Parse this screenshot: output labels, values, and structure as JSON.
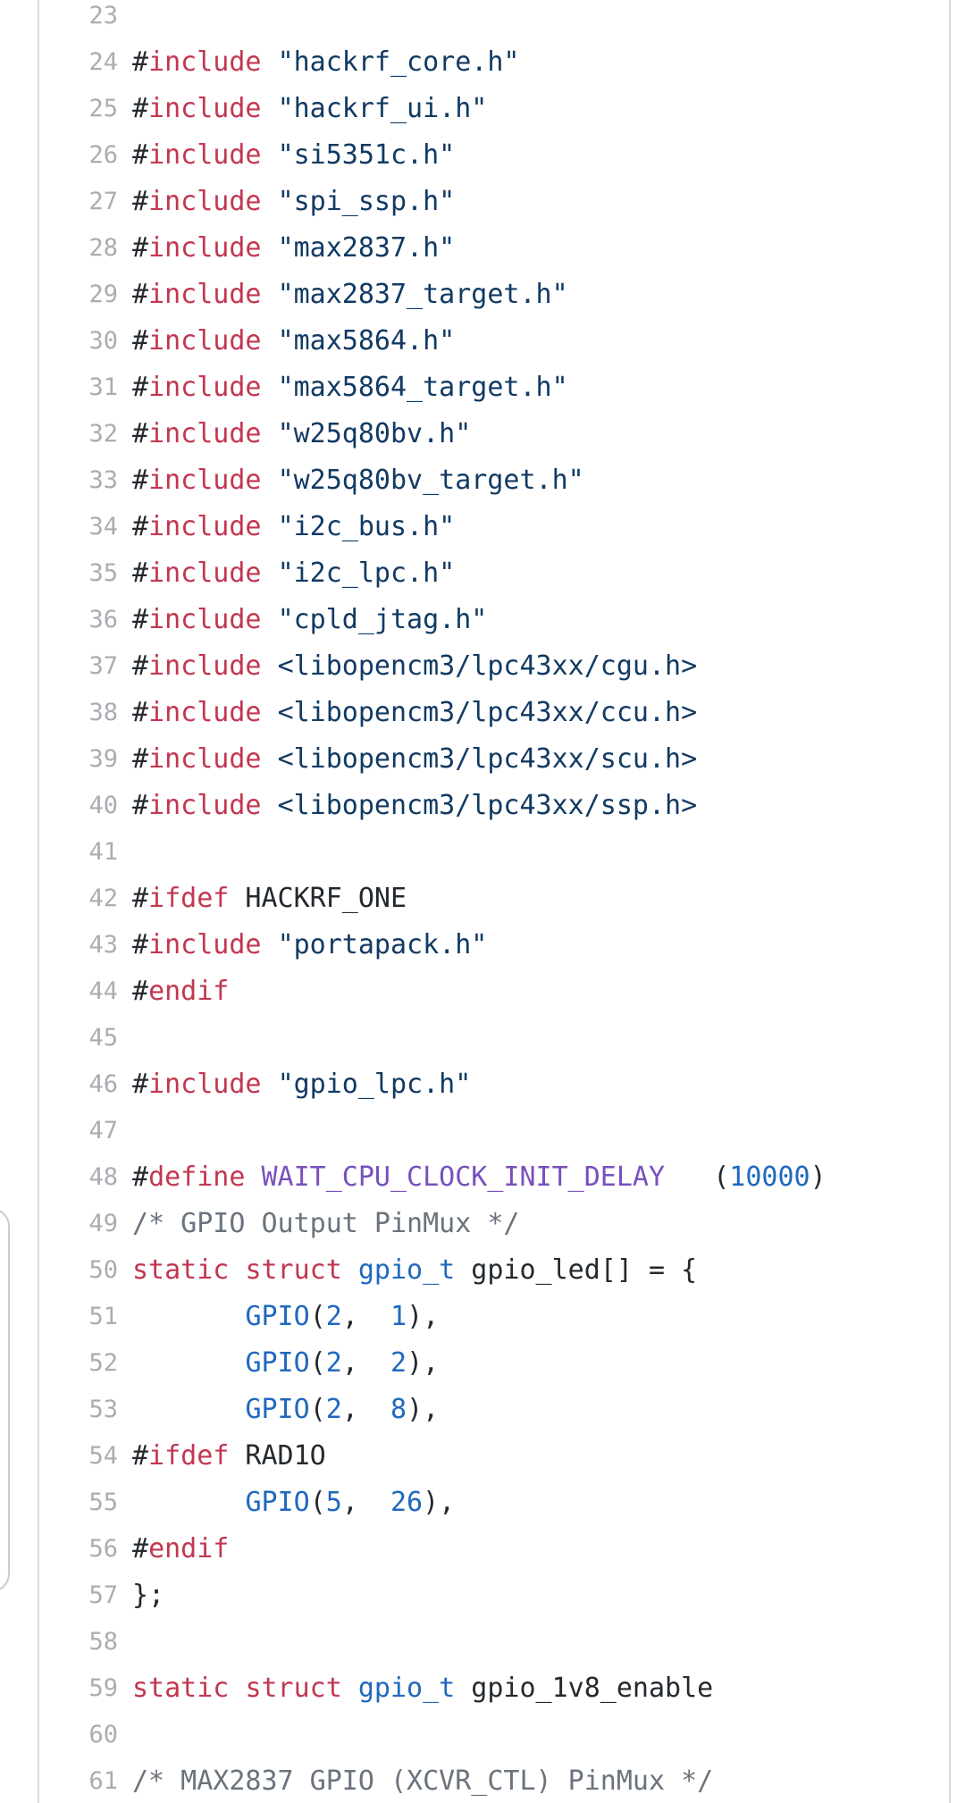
{
  "app": {
    "description": "source code viewer showing C file excerpt",
    "visible_line_range": {
      "first": 23,
      "last": 61
    }
  },
  "syntax_colors": {
    "plain": "#24292e",
    "keyword": "#c33750",
    "string": "#123a63",
    "constant_blue": "#2069be",
    "macro_purple": "#7850be",
    "comment": "#6a737d",
    "line_number": "#a9adb2",
    "border": "#d8d9da",
    "handle": "#c9cbcd",
    "background": "#ffffff"
  },
  "code": {
    "lines": [
      {
        "num": 23,
        "tokens": []
      },
      {
        "num": 24,
        "tokens": [
          {
            "type": "pln",
            "text": "#"
          },
          {
            "type": "kw",
            "text": "include"
          },
          {
            "type": "pln",
            "text": " "
          },
          {
            "type": "str",
            "text": "\"hackrf_core.h\""
          }
        ]
      },
      {
        "num": 25,
        "tokens": [
          {
            "type": "pln",
            "text": "#"
          },
          {
            "type": "kw",
            "text": "include"
          },
          {
            "type": "pln",
            "text": " "
          },
          {
            "type": "str",
            "text": "\"hackrf_ui.h\""
          }
        ]
      },
      {
        "num": 26,
        "tokens": [
          {
            "type": "pln",
            "text": "#"
          },
          {
            "type": "kw",
            "text": "include"
          },
          {
            "type": "pln",
            "text": " "
          },
          {
            "type": "str",
            "text": "\"si5351c.h\""
          }
        ]
      },
      {
        "num": 27,
        "tokens": [
          {
            "type": "pln",
            "text": "#"
          },
          {
            "type": "kw",
            "text": "include"
          },
          {
            "type": "pln",
            "text": " "
          },
          {
            "type": "str",
            "text": "\"spi_ssp.h\""
          }
        ]
      },
      {
        "num": 28,
        "tokens": [
          {
            "type": "pln",
            "text": "#"
          },
          {
            "type": "kw",
            "text": "include"
          },
          {
            "type": "pln",
            "text": " "
          },
          {
            "type": "str",
            "text": "\"max2837.h\""
          }
        ]
      },
      {
        "num": 29,
        "tokens": [
          {
            "type": "pln",
            "text": "#"
          },
          {
            "type": "kw",
            "text": "include"
          },
          {
            "type": "pln",
            "text": " "
          },
          {
            "type": "str",
            "text": "\"max2837_target.h\""
          }
        ]
      },
      {
        "num": 30,
        "tokens": [
          {
            "type": "pln",
            "text": "#"
          },
          {
            "type": "kw",
            "text": "include"
          },
          {
            "type": "pln",
            "text": " "
          },
          {
            "type": "str",
            "text": "\"max5864.h\""
          }
        ]
      },
      {
        "num": 31,
        "tokens": [
          {
            "type": "pln",
            "text": "#"
          },
          {
            "type": "kw",
            "text": "include"
          },
          {
            "type": "pln",
            "text": " "
          },
          {
            "type": "str",
            "text": "\"max5864_target.h\""
          }
        ]
      },
      {
        "num": 32,
        "tokens": [
          {
            "type": "pln",
            "text": "#"
          },
          {
            "type": "kw",
            "text": "include"
          },
          {
            "type": "pln",
            "text": " "
          },
          {
            "type": "str",
            "text": "\"w25q80bv.h\""
          }
        ]
      },
      {
        "num": 33,
        "tokens": [
          {
            "type": "pln",
            "text": "#"
          },
          {
            "type": "kw",
            "text": "include"
          },
          {
            "type": "pln",
            "text": " "
          },
          {
            "type": "str",
            "text": "\"w25q80bv_target.h\""
          }
        ]
      },
      {
        "num": 34,
        "tokens": [
          {
            "type": "pln",
            "text": "#"
          },
          {
            "type": "kw",
            "text": "include"
          },
          {
            "type": "pln",
            "text": " "
          },
          {
            "type": "str",
            "text": "\"i2c_bus.h\""
          }
        ]
      },
      {
        "num": 35,
        "tokens": [
          {
            "type": "pln",
            "text": "#"
          },
          {
            "type": "kw",
            "text": "include"
          },
          {
            "type": "pln",
            "text": " "
          },
          {
            "type": "str",
            "text": "\"i2c_lpc.h\""
          }
        ]
      },
      {
        "num": 36,
        "tokens": [
          {
            "type": "pln",
            "text": "#"
          },
          {
            "type": "kw",
            "text": "include"
          },
          {
            "type": "pln",
            "text": " "
          },
          {
            "type": "str",
            "text": "\"cpld_jtag.h\""
          }
        ]
      },
      {
        "num": 37,
        "tokens": [
          {
            "type": "pln",
            "text": "#"
          },
          {
            "type": "kw",
            "text": "include"
          },
          {
            "type": "pln",
            "text": " "
          },
          {
            "type": "str",
            "text": "<libopencm3/lpc43xx/cgu.h>"
          }
        ]
      },
      {
        "num": 38,
        "tokens": [
          {
            "type": "pln",
            "text": "#"
          },
          {
            "type": "kw",
            "text": "include"
          },
          {
            "type": "pln",
            "text": " "
          },
          {
            "type": "str",
            "text": "<libopencm3/lpc43xx/ccu.h>"
          }
        ]
      },
      {
        "num": 39,
        "tokens": [
          {
            "type": "pln",
            "text": "#"
          },
          {
            "type": "kw",
            "text": "include"
          },
          {
            "type": "pln",
            "text": " "
          },
          {
            "type": "str",
            "text": "<libopencm3/lpc43xx/scu.h>"
          }
        ]
      },
      {
        "num": 40,
        "tokens": [
          {
            "type": "pln",
            "text": "#"
          },
          {
            "type": "kw",
            "text": "include"
          },
          {
            "type": "pln",
            "text": " "
          },
          {
            "type": "str",
            "text": "<libopencm3/lpc43xx/ssp.h>"
          }
        ]
      },
      {
        "num": 41,
        "tokens": []
      },
      {
        "num": 42,
        "tokens": [
          {
            "type": "pln",
            "text": "#"
          },
          {
            "type": "kw",
            "text": "ifdef"
          },
          {
            "type": "pln",
            "text": " HACKRF_ONE"
          }
        ]
      },
      {
        "num": 43,
        "tokens": [
          {
            "type": "pln",
            "text": "#"
          },
          {
            "type": "kw",
            "text": "include"
          },
          {
            "type": "pln",
            "text": " "
          },
          {
            "type": "str",
            "text": "\"portapack.h\""
          }
        ]
      },
      {
        "num": 44,
        "tokens": [
          {
            "type": "pln",
            "text": "#"
          },
          {
            "type": "kw",
            "text": "endif"
          }
        ]
      },
      {
        "num": 45,
        "tokens": []
      },
      {
        "num": 46,
        "tokens": [
          {
            "type": "pln",
            "text": "#"
          },
          {
            "type": "kw",
            "text": "include"
          },
          {
            "type": "pln",
            "text": " "
          },
          {
            "type": "str",
            "text": "\"gpio_lpc.h\""
          }
        ]
      },
      {
        "num": 47,
        "tokens": []
      },
      {
        "num": 48,
        "tokens": [
          {
            "type": "pln",
            "text": "#"
          },
          {
            "type": "kw",
            "text": "define"
          },
          {
            "type": "pln",
            "text": " "
          },
          {
            "type": "mac",
            "text": "WAIT_CPU_CLOCK_INIT_DELAY"
          },
          {
            "type": "pln",
            "text": "   ("
          },
          {
            "type": "blu",
            "text": "10000"
          },
          {
            "type": "pln",
            "text": ")"
          }
        ]
      },
      {
        "num": 49,
        "tokens": [
          {
            "type": "cmt",
            "text": "/* GPIO Output PinMux */"
          }
        ]
      },
      {
        "num": 50,
        "tokens": [
          {
            "type": "kw",
            "text": "static"
          },
          {
            "type": "pln",
            "text": " "
          },
          {
            "type": "kw",
            "text": "struct"
          },
          {
            "type": "pln",
            "text": " "
          },
          {
            "type": "blu",
            "text": "gpio_t"
          },
          {
            "type": "pln",
            "text": " gpio_led[] = {"
          }
        ]
      },
      {
        "num": 51,
        "tokens": [
          {
            "type": "pln",
            "text": "       "
          },
          {
            "type": "blu",
            "text": "GPIO"
          },
          {
            "type": "pln",
            "text": "("
          },
          {
            "type": "blu",
            "text": "2"
          },
          {
            "type": "pln",
            "text": ",  "
          },
          {
            "type": "blu",
            "text": "1"
          },
          {
            "type": "pln",
            "text": "),"
          }
        ]
      },
      {
        "num": 52,
        "tokens": [
          {
            "type": "pln",
            "text": "       "
          },
          {
            "type": "blu",
            "text": "GPIO"
          },
          {
            "type": "pln",
            "text": "("
          },
          {
            "type": "blu",
            "text": "2"
          },
          {
            "type": "pln",
            "text": ",  "
          },
          {
            "type": "blu",
            "text": "2"
          },
          {
            "type": "pln",
            "text": "),"
          }
        ]
      },
      {
        "num": 53,
        "tokens": [
          {
            "type": "pln",
            "text": "       "
          },
          {
            "type": "blu",
            "text": "GPIO"
          },
          {
            "type": "pln",
            "text": "("
          },
          {
            "type": "blu",
            "text": "2"
          },
          {
            "type": "pln",
            "text": ",  "
          },
          {
            "type": "blu",
            "text": "8"
          },
          {
            "type": "pln",
            "text": "),"
          }
        ]
      },
      {
        "num": 54,
        "tokens": [
          {
            "type": "pln",
            "text": "#"
          },
          {
            "type": "kw",
            "text": "ifdef"
          },
          {
            "type": "pln",
            "text": " RAD1O"
          }
        ]
      },
      {
        "num": 55,
        "tokens": [
          {
            "type": "pln",
            "text": "       "
          },
          {
            "type": "blu",
            "text": "GPIO"
          },
          {
            "type": "pln",
            "text": "("
          },
          {
            "type": "blu",
            "text": "5"
          },
          {
            "type": "pln",
            "text": ",  "
          },
          {
            "type": "blu",
            "text": "26"
          },
          {
            "type": "pln",
            "text": "),"
          }
        ]
      },
      {
        "num": 56,
        "tokens": [
          {
            "type": "pln",
            "text": "#"
          },
          {
            "type": "kw",
            "text": "endif"
          }
        ]
      },
      {
        "num": 57,
        "tokens": [
          {
            "type": "pln",
            "text": "};"
          }
        ]
      },
      {
        "num": 58,
        "tokens": []
      },
      {
        "num": 59,
        "tokens": [
          {
            "type": "kw",
            "text": "static"
          },
          {
            "type": "pln",
            "text": " "
          },
          {
            "type": "kw",
            "text": "struct"
          },
          {
            "type": "pln",
            "text": " "
          },
          {
            "type": "blu",
            "text": "gpio_t"
          },
          {
            "type": "pln",
            "text": " gpio_1v8_enable"
          }
        ]
      },
      {
        "num": 60,
        "tokens": []
      },
      {
        "num": 61,
        "tokens": [
          {
            "type": "cmt",
            "text": "/* MAX2837 GPIO (XCVR_CTL) PinMux */"
          }
        ]
      }
    ]
  }
}
